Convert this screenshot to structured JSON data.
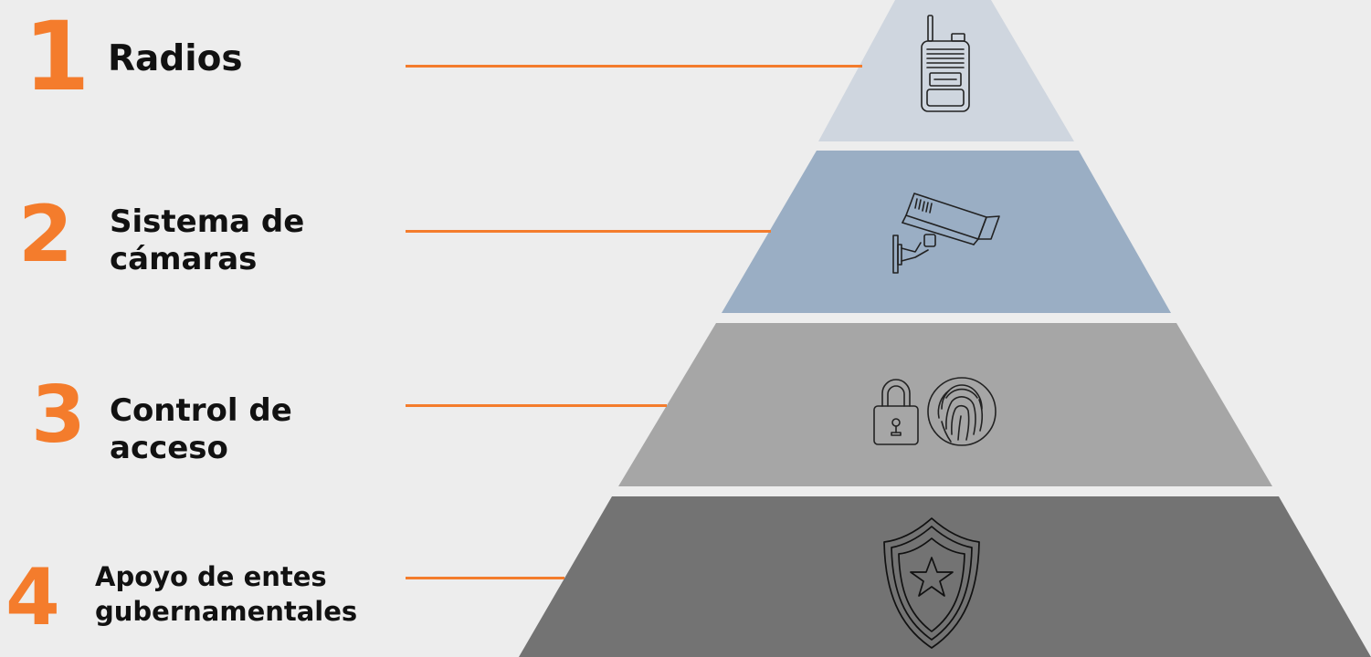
{
  "colors": {
    "background": "#ededed",
    "accent": "#f47c2c",
    "text": "#111111",
    "tier1": "#cfd6df",
    "tier2": "#9aaec4",
    "tier3": "#a6a6a6",
    "tier4": "#737373"
  },
  "tiers": [
    {
      "number": "1",
      "label_lines": [
        "Radios"
      ],
      "icon": "walkie-talkie-icon"
    },
    {
      "number": "2",
      "label_lines": [
        "Sistema de",
        "cámaras"
      ],
      "icon": "security-camera-icon"
    },
    {
      "number": "3",
      "label_lines": [
        "Control de",
        "acceso"
      ],
      "icon": "padlock-fingerprint-icon"
    },
    {
      "number": "4",
      "label_lines": [
        "Apoyo de entes",
        "gubernamentales"
      ],
      "icon": "police-shield-icon"
    }
  ]
}
